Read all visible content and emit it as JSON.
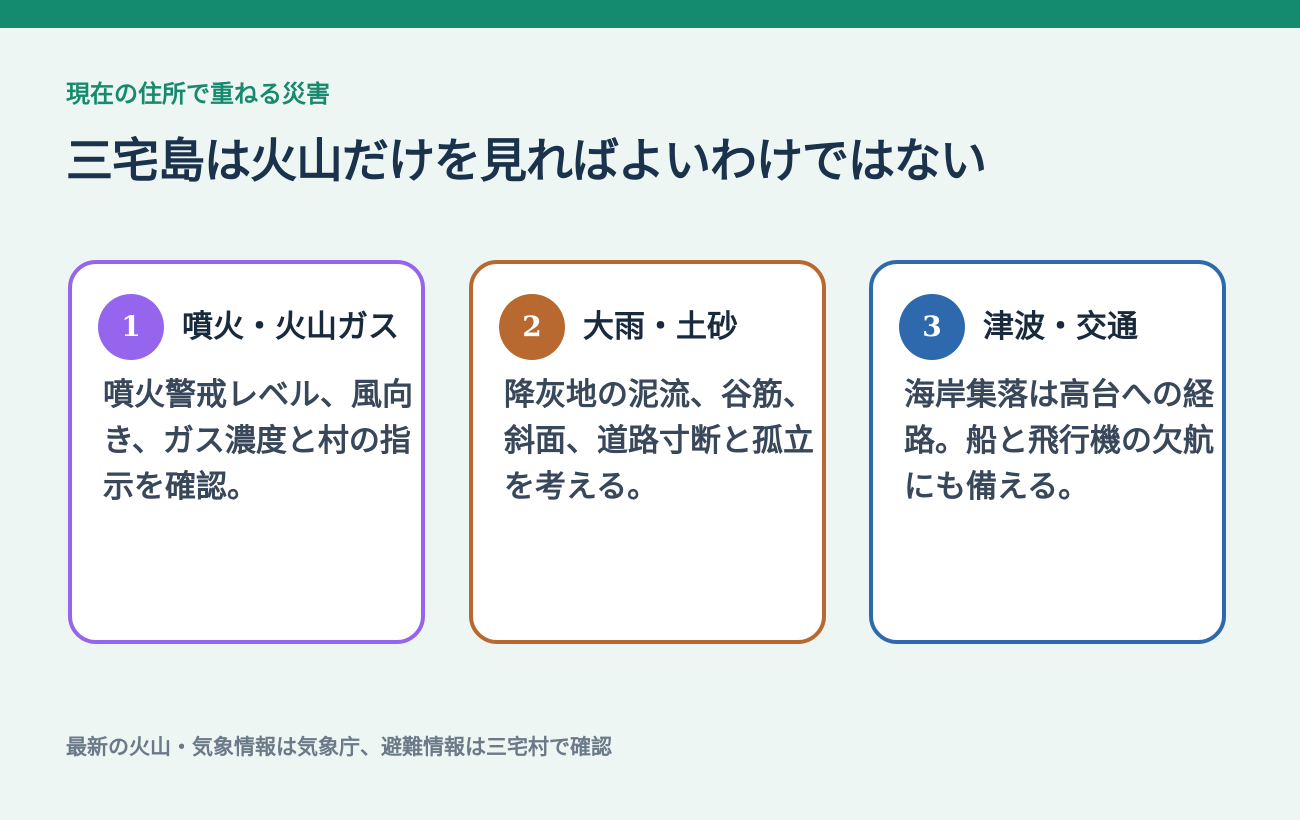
{
  "header": {
    "eyebrow": "現在の住所で重ねる災害",
    "title": "三宅島は火山だけを見ればよいわけではない"
  },
  "cards": [
    {
      "number": "1",
      "title": "噴火・火山ガス",
      "body": "噴火警戒レベル、風向き、ガス濃度と村の指示を確認。",
      "color": "#9565ee"
    },
    {
      "number": "2",
      "title": "大雨・土砂",
      "body": "降灰地の泥流、谷筋、斜面、道路寸断と孤立を考える。",
      "color": "#b8692f"
    },
    {
      "number": "3",
      "title": "津波・交通",
      "body": "海岸集落は高台への経路。船と飛行機の欠航にも備える。",
      "color": "#2f69ad"
    }
  ],
  "footer": {
    "note": "最新の火山・気象情報は気象庁、避難情報は三宅村で確認"
  },
  "colors": {
    "accent": "#148b6f",
    "title": "#1a324c",
    "background": "#eef6f4"
  }
}
